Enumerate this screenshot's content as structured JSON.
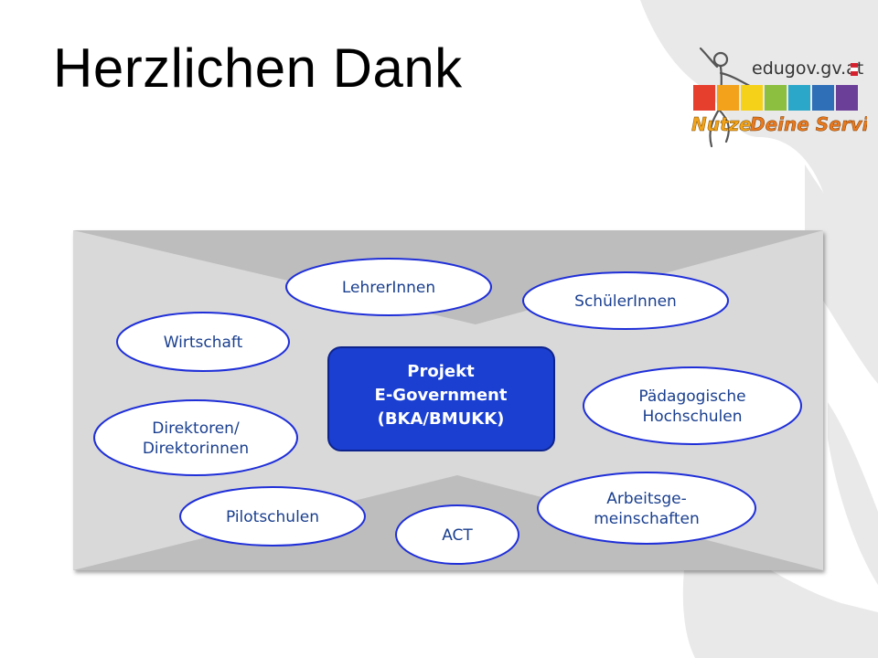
{
  "slide": {
    "title": "Herzlichen Dank"
  },
  "logo": {
    "domain": "edugov.gv.at",
    "tagline_word_1": "Nutze",
    "tagline_word_2": "Deine Services",
    "stripe_colors": [
      "#e63f2e",
      "#f3a21c",
      "#f5d11a",
      "#8cbf3f",
      "#2aa7c9",
      "#2e6fb7",
      "#6b3e98"
    ],
    "flag_red": "#d6202e"
  },
  "diagram": {
    "colors": {
      "panel_fill": "#d9d9d9",
      "wedge_fill": "#bdbdbd",
      "node_fill": "#ffffff",
      "node_stroke": "#1f2fd8",
      "center_fill": "#1a3fd1",
      "center_stroke": "#0e238c"
    },
    "center": {
      "lines": [
        "Projekt",
        "E-Government",
        "(BKA/BMUKK)"
      ]
    },
    "nodes": [
      {
        "id": "lehrerinnen",
        "lines": [
          "LehrerInnen"
        ]
      },
      {
        "id": "schuelerinnen",
        "lines": [
          "SchülerInnen"
        ]
      },
      {
        "id": "wirtschaft",
        "lines": [
          "Wirtschaft"
        ]
      },
      {
        "id": "paedagogische-hochschulen",
        "lines": [
          "Pädagogische",
          "Hochschulen"
        ]
      },
      {
        "id": "direktoren",
        "lines": [
          "Direktoren/",
          "Direktorinnen"
        ]
      },
      {
        "id": "arbeitsgemeinschaften",
        "lines": [
          "Arbeitsge-",
          "meinschaften"
        ]
      },
      {
        "id": "pilotschulen",
        "lines": [
          "Pilotschulen"
        ]
      },
      {
        "id": "act",
        "lines": [
          "ACT"
        ]
      }
    ]
  }
}
